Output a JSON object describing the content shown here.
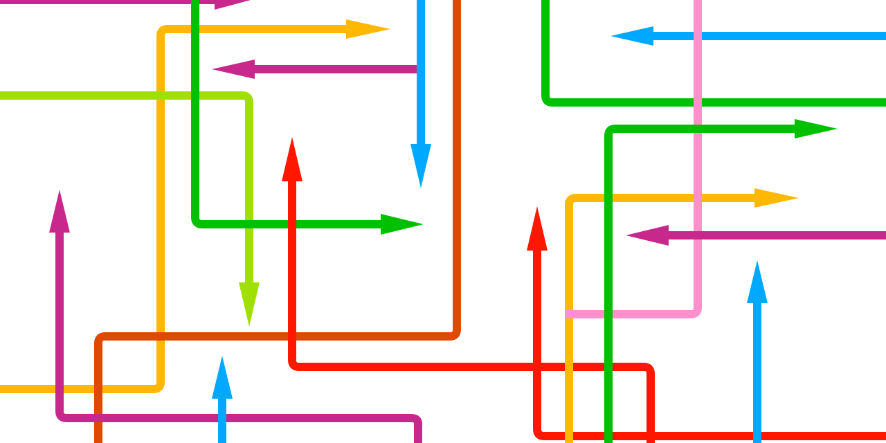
{
  "artwork": {
    "kind": "abstract illustration of crossing arrows",
    "palette": {
      "magenta": "#c8288c",
      "yellow": "#ffb800",
      "green": "#00c000",
      "blue": "#00a8ff",
      "orange": "#dd4a00",
      "lime": "#a0e000",
      "red": "#ff1800",
      "pink": "#ff90cc"
    },
    "arrows": [
      {
        "id": "magenta-top",
        "color": "magenta",
        "direction": "right"
      },
      {
        "id": "yellow-top",
        "color": "yellow",
        "direction": "right"
      },
      {
        "id": "green-left",
        "color": "green",
        "direction": "right"
      },
      {
        "id": "magenta-mid",
        "color": "magenta",
        "direction": "left"
      },
      {
        "id": "blue-top",
        "color": "blue",
        "direction": "down"
      },
      {
        "id": "orange",
        "color": "orange",
        "direction": "none"
      },
      {
        "id": "lime",
        "color": "lime",
        "direction": "down"
      },
      {
        "id": "magenta-left",
        "color": "magenta",
        "direction": "up"
      },
      {
        "id": "blue-bottom",
        "color": "blue",
        "direction": "up"
      },
      {
        "id": "red-left",
        "color": "red",
        "direction": "up"
      },
      {
        "id": "green-top-right",
        "color": "green",
        "direction": "none"
      },
      {
        "id": "blue-right-top",
        "color": "blue",
        "direction": "left"
      },
      {
        "id": "pink",
        "color": "pink",
        "direction": "none"
      },
      {
        "id": "green-right",
        "color": "green",
        "direction": "right"
      },
      {
        "id": "yellow-right",
        "color": "yellow",
        "direction": "right"
      },
      {
        "id": "magenta-right",
        "color": "magenta",
        "direction": "left"
      },
      {
        "id": "red-right",
        "color": "red",
        "direction": "up"
      },
      {
        "id": "blue-right-bottom",
        "color": "blue",
        "direction": "up"
      }
    ]
  }
}
